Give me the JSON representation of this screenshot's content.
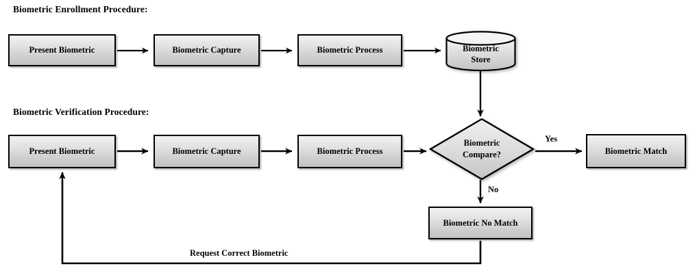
{
  "diagram": {
    "title_enrollment": "Biometric Enrollment Procedure:",
    "title_verification": "Biometric Verification Procedure:",
    "colors": {
      "node_fill_top": "#f2f2f2",
      "node_fill_bottom": "#c2c2c2",
      "stroke": "#000000",
      "text": "#000000",
      "background": "#ffffff"
    },
    "enrollment": {
      "steps": [
        {
          "id": "e-present",
          "label": "Present Biometric",
          "shape": "rectangle"
        },
        {
          "id": "e-capture",
          "label": "Biometric Capture",
          "shape": "rectangle"
        },
        {
          "id": "e-process",
          "label": "Biometric Process",
          "shape": "rectangle"
        },
        {
          "id": "e-store",
          "label_line1": "Biometric",
          "label_line2": "Store",
          "shape": "cylinder"
        }
      ]
    },
    "verification": {
      "steps": [
        {
          "id": "v-present",
          "label": "Present Biometric",
          "shape": "rectangle"
        },
        {
          "id": "v-capture",
          "label": "Biometric Capture",
          "shape": "rectangle"
        },
        {
          "id": "v-process",
          "label": "Biometric Process",
          "shape": "rectangle"
        },
        {
          "id": "v-compare",
          "label_line1": "Biometric",
          "label_line2": "Compare?",
          "shape": "diamond"
        },
        {
          "id": "v-match",
          "label": "Biometric Match",
          "shape": "rectangle"
        },
        {
          "id": "v-nomatch",
          "label": "Biometric No Match",
          "shape": "rectangle"
        }
      ]
    },
    "edge_labels": {
      "yes": "Yes",
      "no": "No",
      "feedback": "Request Correct Biometric"
    }
  }
}
